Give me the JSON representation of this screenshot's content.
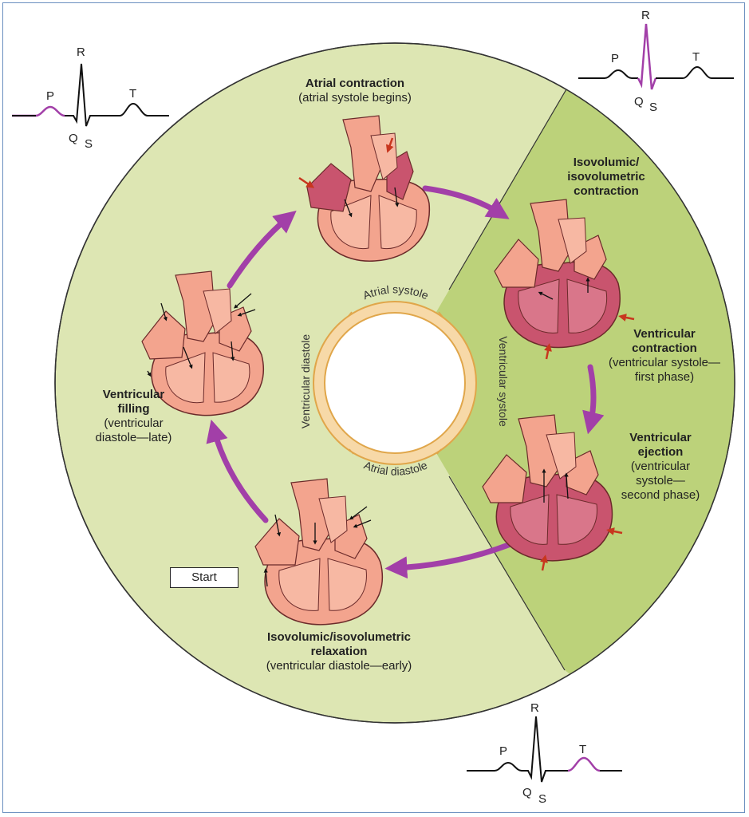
{
  "stages": {
    "atrial_contraction": {
      "title": "Atrial contraction",
      "subtitle": "(atrial systole begins)"
    },
    "isovolumic_contraction": {
      "title_lines": [
        "Isovolumic/",
        "isovolumetric",
        "contraction"
      ]
    },
    "ventricular_contraction": {
      "title_lines": [
        "Ventricular",
        "contraction"
      ],
      "subtitle_lines": [
        "(ventricular systole—",
        "first phase)"
      ]
    },
    "ventricular_ejection": {
      "title_lines": [
        "Ventricular",
        "ejection"
      ],
      "subtitle_lines": [
        "(ventricular",
        "systole—",
        "second phase)"
      ]
    },
    "isovolumic_relaxation": {
      "title_lines": [
        "Isovolumic/isovolumetric",
        "relaxation"
      ],
      "subtitle": "(ventricular diastole—early)"
    },
    "ventricular_filling": {
      "title_lines": [
        "Ventricular",
        "filling"
      ],
      "subtitle_lines": [
        "(ventricular",
        "diastole—late)"
      ]
    }
  },
  "ring": {
    "atrial_systole": "Atrial systole",
    "atrial_diastole": "Atrial diastole",
    "ventricular_diastole": "Ventricular diastole",
    "ventricular_systole": "Ventricular systole"
  },
  "start_label": "Start",
  "ecg_labels": {
    "p": "P",
    "q": "Q",
    "r": "R",
    "s": "S",
    "t": "T"
  },
  "colors": {
    "light_green": "#dde6b3",
    "dark_green": "#bcd27a",
    "purple": "#a23fa8",
    "ring_fill": "#f7d9a8",
    "ring_border": "#e0a64a",
    "heart_light": "#f3a48e",
    "heart_dark": "#c9546e",
    "heart_outline": "#6b2a2a",
    "red_arrow": "#c8361e"
  }
}
